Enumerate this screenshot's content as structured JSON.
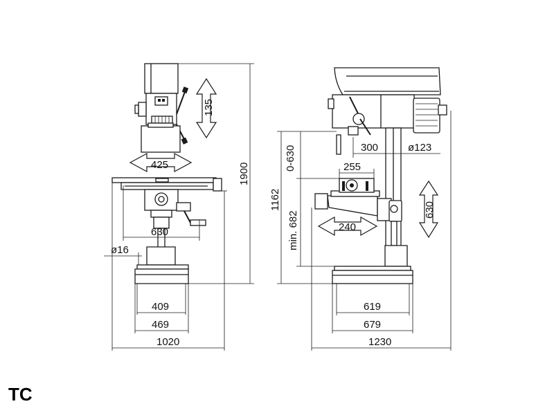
{
  "model_label": "TC",
  "dimensions": {
    "front": {
      "travel_vertical": "135",
      "table_width": "425",
      "table_length": "630",
      "slot": "ø16",
      "base_inner": "409",
      "base_outer": "469",
      "overall_width": "1020",
      "overall_height": "1900"
    },
    "side": {
      "spindle_travel": "0-630",
      "throat": "300",
      "column_dia": "ø123",
      "table_depth": "255",
      "table_height": "1162",
      "min_height": "min. 682",
      "table_travel": "240",
      "table_raise": "630",
      "base_inner": "619",
      "base_outer": "679",
      "overall_depth": "1230"
    }
  }
}
